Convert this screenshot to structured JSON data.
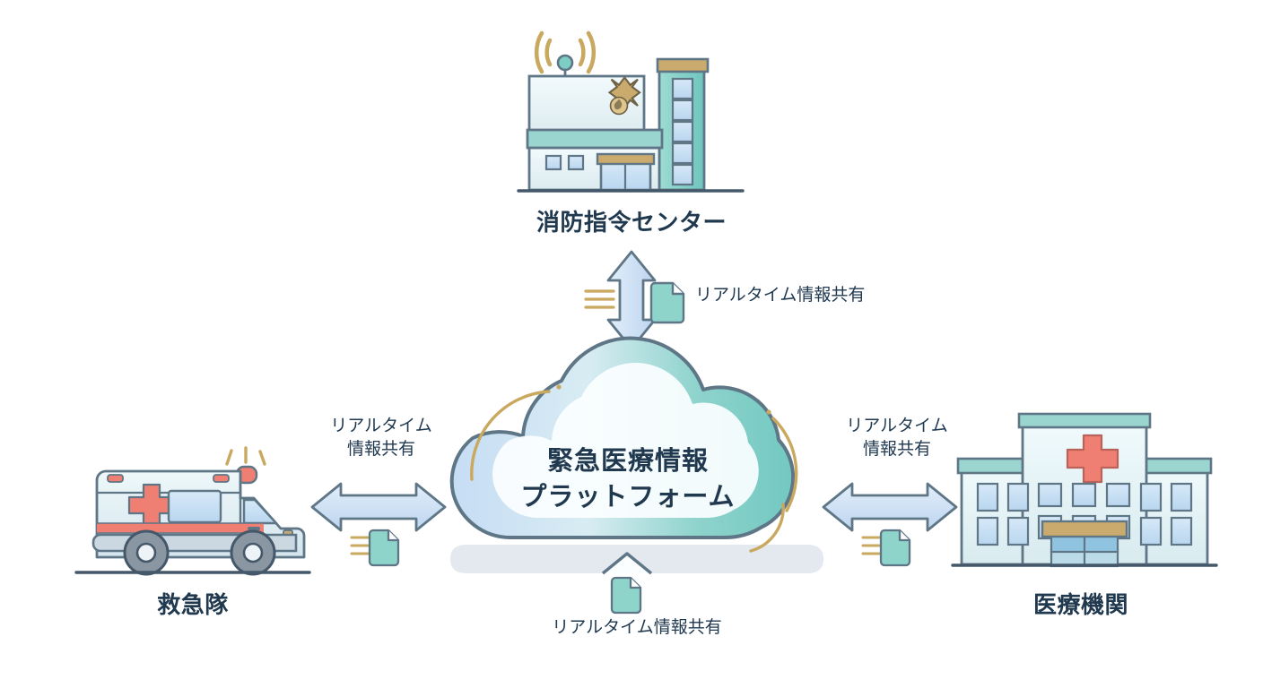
{
  "diagram": {
    "type": "hub-and-spoke network diagram",
    "center": {
      "name": "cloud-platform",
      "title_line1": "緊急医療情報",
      "title_line2": "プラットフォーム",
      "colors": {
        "left": "#cfe2f6",
        "right": "#7ecdc5",
        "border": "#6b7f94"
      }
    },
    "nodes": [
      {
        "id": "dispatch",
        "label": "消防指令センター",
        "icon": "fire-dispatch-center-icon",
        "position": "top"
      },
      {
        "id": "ambulance",
        "label": "救急隊",
        "icon": "ambulance-icon",
        "position": "left"
      },
      {
        "id": "hospital",
        "label": "医療機関",
        "icon": "hospital-icon",
        "position": "right"
      }
    ],
    "flows": [
      {
        "id": "top",
        "label": "リアルタイム情報共有",
        "lines": [
          "リアルタイム情報共有"
        ],
        "arrow": "double-vertical",
        "icon": "document-icon"
      },
      {
        "id": "left",
        "label": "リアルタイム情報共有",
        "lines": [
          "リアルタイム",
          "情報共有"
        ],
        "arrow": "double-horizontal",
        "icon": "document-icon"
      },
      {
        "id": "right",
        "label": "リアルタイム情報共有",
        "lines": [
          "リアルタイム",
          "情報共有"
        ],
        "arrow": "double-horizontal",
        "icon": "document-icon"
      },
      {
        "id": "bottom",
        "label": "リアルタイム情報共有",
        "lines": [
          "リアルタイム情報共有"
        ],
        "arrow": "up-notch",
        "icon": "document-icon"
      }
    ],
    "palette": {
      "text_dark": "#21394f",
      "arrow_fill": "#cfe0f4",
      "arrow_border": "#5f7687",
      "accent_gold": "#c9a85f",
      "doc_fill": "#8ed4ca",
      "cross_red": "#ef7f72",
      "building_light": "#eaf4f6"
    }
  }
}
